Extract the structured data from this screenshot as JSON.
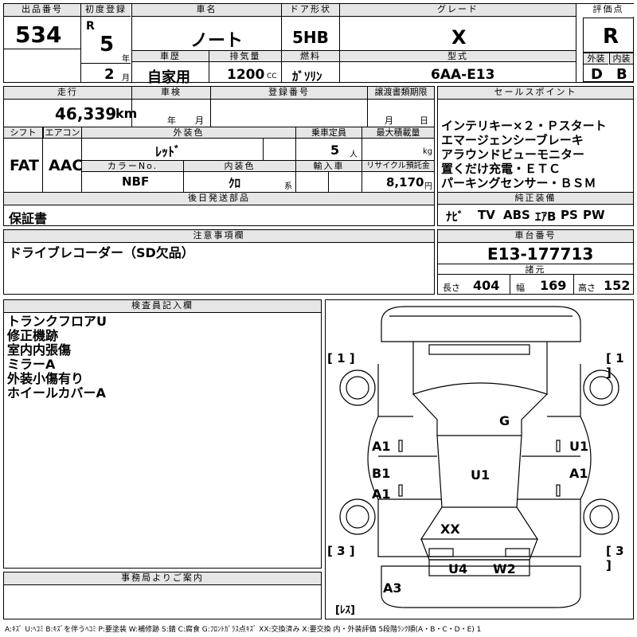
{
  "top": {
    "lot_label": "出品番号",
    "lot_no": "534",
    "first_reg_label": "初度登録",
    "era": "R",
    "reg_year": "5",
    "year_unit": "年",
    "reg_month": "2",
    "month_unit": "月",
    "car_name_label": "車名",
    "car_name": "ノート",
    "door_label": "ドア形状",
    "door": "5HB",
    "grade_label": "グレード",
    "grade": "X",
    "score_label": "評価点",
    "score": "R",
    "history_label": "車歴",
    "history": "自家用",
    "displacement_label": "排気量",
    "displacement": "1200",
    "cc_unit": "CC",
    "fuel_label": "燃料",
    "fuel": "ｶﾞｿﾘﾝ",
    "model_label": "型式",
    "model": "6AA-E13",
    "ext_label": "外装",
    "ext": "D",
    "int_label": "内装",
    "int": "B"
  },
  "mid": {
    "mileage_label": "走行",
    "mileage": "46,339",
    "km_unit": "km",
    "inspection_label": "車検",
    "insp_year_unit": "年",
    "insp_month_unit": "月",
    "regno_label": "登録番号",
    "transfer_label": "譲渡書類期限",
    "transfer_month_unit": "月",
    "transfer_day_unit": "日",
    "shift_label": "シフト",
    "shift": "FAT",
    "ac_label": "エアコン",
    "ac": "AAC",
    "color_label": "外装色",
    "color": "ﾚｯﾄﾞ",
    "capacity_label": "乗車定員",
    "capacity": "5",
    "capacity_unit": "人",
    "load_label": "最大積載量",
    "load_unit": "kg",
    "colorno_label": "カラーNo.",
    "colorno": "NBF",
    "intcolor_label": "内装色",
    "intcolor": "ｸﾛ",
    "intcolor_unit": "系",
    "import_label": "輸入車",
    "recycle_label": "リサイクル預託金",
    "recycle": "8,170",
    "recycle_unit": "円",
    "later_label": "後日発送部品",
    "later": "保証書"
  },
  "sales": {
    "label": "セールスポイント",
    "lines": [
      "インテリキー×２・Ｐスタート",
      "エマージェンシーブレーキ",
      "アラウンドビューモニター",
      "置くだけ充電・ＥＴＣ",
      "パーキングセンサー・ＢＳＭ"
    ],
    "equip_label": "純正装備",
    "equip": [
      "ﾅﾋﾞ",
      "TV",
      "ABS",
      "ｴｱB",
      "PS",
      "PW"
    ]
  },
  "notes": {
    "label": "注意事項欄",
    "text": "ドライブレコーダー（SD欠品）"
  },
  "chassis": {
    "label": "車台番号",
    "number": "E13-177713",
    "dims_label": "諸元",
    "length_label": "長さ",
    "length": "404",
    "width_label": "幅",
    "width": "169",
    "height_label": "高さ",
    "height": "152"
  },
  "inspector": {
    "label": "検査員記入欄",
    "lines": [
      "トランクフロアU",
      "修正機跡",
      "室内内張傷",
      "ミラーA",
      "外装小傷有り",
      "ホイールカバーA"
    ]
  },
  "office": {
    "label": "事務局よりご案内"
  },
  "diagram": {
    "tires": [
      "[ 1 ]",
      "[ 1 ]",
      "[ 3 ]",
      "[ 3 ]"
    ],
    "marks": {
      "g": "G",
      "a1_l1": "A1",
      "u1_r": "U1",
      "b1": "B1",
      "u1_c": "U1",
      "a1_r": "A1",
      "a1_l2": "A1",
      "xx": "XX",
      "u4": "U4",
      "w2": "W2",
      "a3": "A3"
    },
    "less": "[ﾚｽ]"
  },
  "legend": "A:ｷｽﾞ U:ﾍｺﾐ B:ｷｽﾞを伴うﾍｺﾐ P:要塗装 W:補修跡 S:錆 C:腐食 G:ﾌﾛﾝﾄｶﾞﾗｽ点ｷｽﾞ XX:交換済み X:要交換 内・外装評価 5段階ﾗﾝｸ順(A・B・C・D・E) 1"
}
